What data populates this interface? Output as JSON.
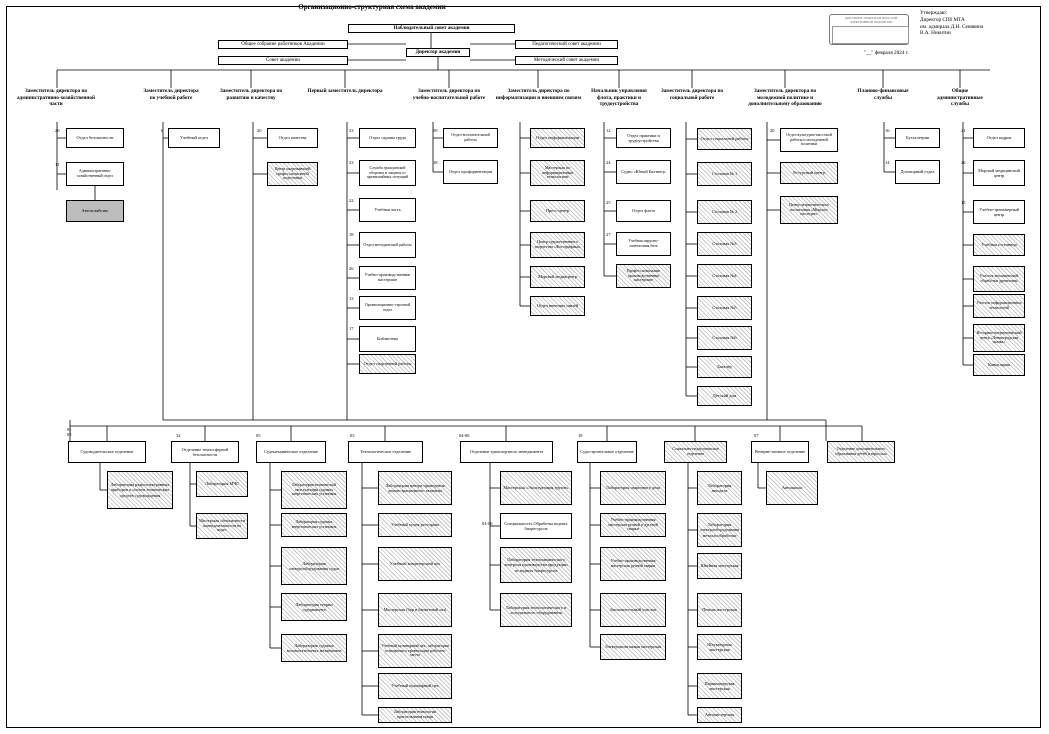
{
  "title": "Организационно-структурная схема академии",
  "approval": [
    "Утверждаю:",
    "Директор СПб МТА",
    "им. адмирала Д.Н. Сенявина",
    "В.А. Никитин"
  ],
  "approval_date": "\"__\" февраля 2024 г.",
  "stamp_text": "ДОКУМЕНТ ПОДПИСАН ПРОСТОЙ ЭЛЕКТРОННОЙ ПОДПИСЬЮ",
  "top_bodies": {
    "supervisory": "Наблюдательный совет академии",
    "general": "Общее собрание работников Академии",
    "pedagogical": "Педагогический совет академии",
    "director": "Директор академии",
    "academy_council": "Совет академии",
    "methodical": "Методический совет академии"
  },
  "deputies": [
    {
      "id": "d1",
      "label": "Заместитель директора по административно-хозяйственной части"
    },
    {
      "id": "d2",
      "label": "Заместитель директора по учебной работе"
    },
    {
      "id": "d3",
      "label": "Заместитель директора по развитию и качеству"
    },
    {
      "id": "d4",
      "label": "Первый заместитель директора"
    },
    {
      "id": "d5",
      "label": "Заместитель директора по учебно-воспитательной работе"
    },
    {
      "id": "d6",
      "label": "Заместитель директора по информатизации и внешним связям"
    },
    {
      "id": "d7",
      "label": "Начальник управления флота, практики и трудоустройства"
    },
    {
      "id": "d8",
      "label": "Заместитель директора по социальной работе"
    },
    {
      "id": "d9",
      "label": "Заместитель директора по молодежной политике и дополнительному образованию"
    },
    {
      "id": "d10",
      "label": "Планово-финансовые службы"
    },
    {
      "id": "d11",
      "label": "Общие административные службы"
    }
  ],
  "units": [
    {
      "id": "u1",
      "num": "20",
      "label": "Отдел безопасности"
    },
    {
      "id": "u2",
      "num": "11",
      "label": "Административно-хозяйственный отдел"
    },
    {
      "id": "u3",
      "num": "",
      "label": "Автохозяйство"
    },
    {
      "id": "u4",
      "num": "6",
      "label": "Учебный отдел"
    },
    {
      "id": "u5",
      "num": "20",
      "label": "Отдел качества"
    },
    {
      "id": "u6",
      "num": "",
      "label": "Центр опережающей профессиональной подготовки"
    },
    {
      "id": "u7",
      "num": "23",
      "label": "Отдел охраны труда"
    },
    {
      "id": "u8",
      "num": "23",
      "label": "Служба гражданской обороны и защиты от чрезвычайных ситуаций"
    },
    {
      "id": "u9",
      "num": "22",
      "label": "Учебная часть"
    },
    {
      "id": "u10",
      "num": "18",
      "label": "Отдел методической работы"
    },
    {
      "id": "u11",
      "num": "26",
      "label": "Учебно-производственные мастерские"
    },
    {
      "id": "u12",
      "num": "13",
      "label": "Организационно-строевой отдел"
    },
    {
      "id": "u13",
      "num": "17",
      "label": "Библиотека"
    },
    {
      "id": "u14",
      "num": "",
      "label": "Отдел спортивной работы"
    },
    {
      "id": "u15",
      "num": "09",
      "label": "Отдел воспитательной работы"
    },
    {
      "id": "u16",
      "num": "18",
      "label": "Отдел профориентации"
    },
    {
      "id": "u17",
      "num": "",
      "label": "Отдел информатизации"
    },
    {
      "id": "u18",
      "num": "",
      "label": "Мастерская по информационным технологиям"
    },
    {
      "id": "u19",
      "num": "",
      "label": "Пресс-центр"
    },
    {
      "id": "u20",
      "num": "",
      "label": "Центр художественного творчества «Фотографика»"
    },
    {
      "id": "u21",
      "num": "",
      "label": "Морской медиацентр"
    },
    {
      "id": "u22",
      "num": "",
      "label": "Отдел внешних связей"
    },
    {
      "id": "u23",
      "num": "12",
      "label": "Отдел практики и трудоустройства"
    },
    {
      "id": "u24",
      "num": "24",
      "label": "Судно «Юный Балтиец»"
    },
    {
      "id": "u25",
      "num": "25",
      "label": "Отдел флота"
    },
    {
      "id": "u26",
      "num": "27",
      "label": "Учебная парусно-шлюпочная база"
    },
    {
      "id": "u27",
      "num": "",
      "label": "Профессиональные производственные мастерские"
    },
    {
      "id": "u28",
      "num": "",
      "label": "Отдел социальной работы"
    },
    {
      "id": "u29",
      "num": "",
      "label": "Столовая № 1"
    },
    {
      "id": "u30",
      "num": "",
      "label": "Столовая № 2"
    },
    {
      "id": "u31",
      "num": "",
      "label": "Столовая №3"
    },
    {
      "id": "u32",
      "num": "",
      "label": "Столовая №4"
    },
    {
      "id": "u33",
      "num": "",
      "label": "Столовая №5"
    },
    {
      "id": "u34",
      "num": "",
      "label": "Столовая №6"
    },
    {
      "id": "u35",
      "num": "",
      "label": "Баталёр"
    },
    {
      "id": "u36",
      "num": "",
      "label": "Детский дом"
    },
    {
      "id": "u37",
      "num": "20",
      "label": "Отдел культурно-массовой работы и молодежной политики"
    },
    {
      "id": "u38",
      "num": "",
      "label": "Ресурсный центр"
    },
    {
      "id": "u39",
      "num": "",
      "label": "Центр патриотического воспитания «Морское наследие»"
    },
    {
      "id": "u40",
      "num": "16",
      "label": "Бухгалтерия"
    },
    {
      "id": "u41",
      "num": "14",
      "label": "Договорный отдел"
    },
    {
      "id": "u42",
      "num": "21",
      "label": "Отдел кадров"
    },
    {
      "id": "u43",
      "num": "26",
      "label": "Морской медицинский центр"
    },
    {
      "id": "u44",
      "num": "15",
      "label": "Учебно-тренажерный центр"
    },
    {
      "id": "u45",
      "num": "",
      "label": "Учебная гостиница"
    },
    {
      "id": "u46",
      "num": "",
      "label": "Участок механической обработки древесины"
    },
    {
      "id": "u47",
      "num": "",
      "label": "Участок информационных технологий"
    },
    {
      "id": "u48",
      "num": "",
      "label": "Историко-патриотический центр «Ленинградская сказка»"
    },
    {
      "id": "u49",
      "num": "",
      "label": "Канцелярия"
    }
  ],
  "departments": [
    {
      "id": "o1",
      "num": "01\n02",
      "label": "Судоводительское отделение"
    },
    {
      "id": "o2",
      "num": "32",
      "label": "Отделение техносферной безопасности"
    },
    {
      "id": "o3",
      "num": "05",
      "label": "Судомеханическое отделение"
    },
    {
      "id": "o4",
      "num": "03",
      "label": "Технологическое отделение"
    },
    {
      "id": "o5",
      "num": "04-06",
      "label": "Отделение транспортного менеджмента"
    },
    {
      "id": "o6",
      "num": "18",
      "label": "Судостроительное отделение"
    },
    {
      "id": "o7",
      "num": "",
      "label": "Социально-педагогическое отделение"
    },
    {
      "id": "o8",
      "num": "07",
      "label": "Вечерне-заочное отделение"
    },
    {
      "id": "o9",
      "num": "",
      "label": "Отделение дополнительного образования детей и взрослых"
    }
  ],
  "labs": [
    {
      "id": "l1",
      "label": "Лаборатория радиоэлектронных приборов и систем технических средств судовождения"
    },
    {
      "id": "l2",
      "label": "Лаборатория МЧС"
    },
    {
      "id": "l3",
      "label": "Мастерская «безопасности жизнедеятельности на воде»"
    },
    {
      "id": "l4",
      "label": "Лаборатория технической эксплуатации судовых энергетических установок"
    },
    {
      "id": "l5",
      "label": "Лаборатория судовых энергетических установок"
    },
    {
      "id": "l6",
      "label": "Лаборатория электрооборудования судов"
    },
    {
      "id": "l7",
      "label": "Лаборатория теории судоремонта"
    },
    {
      "id": "l8",
      "label": "Лаборатория судовых вспомогательных механизмов"
    },
    {
      "id": "l9",
      "label": "Лаборатория центра проведения демонстрационного экзамена"
    },
    {
      "id": "l10",
      "label": "Учебный кухня ресторана"
    },
    {
      "id": "l11",
      "label": "Учебный кондитерский цех"
    },
    {
      "id": "l12",
      "label": "Мастерская (бар и банкетный зал)"
    },
    {
      "id": "l13",
      "label": "Учебный кулинарный цех, лаборатория оснащения и организации рабочего места"
    },
    {
      "id": "l14",
      "label": "Учебный кулинарный цех"
    },
    {
      "id": "l15",
      "label": "Лаборатория технологии приготовления пищи"
    },
    {
      "id": "l16",
      "label": "Мастерская «Эксплуатация грузов»"
    },
    {
      "id": "l17",
      "label": "Специальность Обработка водных биоресурсов"
    },
    {
      "id": "l18",
      "label": "Лаборатория технохимического контроля производства продукции из водных биоресурсов"
    },
    {
      "id": "l19",
      "label": "Лаборатория технологического и холодильного оборудования"
    },
    {
      "id": "l20",
      "label": "Лаборатория сварочного дела"
    },
    {
      "id": "l21",
      "label": "Учебно-производственная мастерская ручной и дуговой сварки"
    },
    {
      "id": "l22",
      "label": "Учебно-производственная мастерская ручной сварки"
    },
    {
      "id": "l23",
      "label": "Заготовительный участок"
    },
    {
      "id": "l24",
      "label": "Электромонтажная мастерская"
    },
    {
      "id": "l25",
      "label": "Лаборатория автодела"
    },
    {
      "id": "l26",
      "label": "Лаборатория электрооборудования металлообработки"
    },
    {
      "id": "l27",
      "label": "Швейная мастерская"
    },
    {
      "id": "l28",
      "label": "Печная мастерская"
    },
    {
      "id": "l29",
      "label": "Штукатурная мастерская"
    },
    {
      "id": "l30",
      "label": "Парикмахерская мастерская"
    },
    {
      "id": "l31",
      "label": "Автомастерская"
    },
    {
      "id": "l32",
      "label": "Автошкола"
    }
  ],
  "nums": {
    "l17": "04-06"
  }
}
